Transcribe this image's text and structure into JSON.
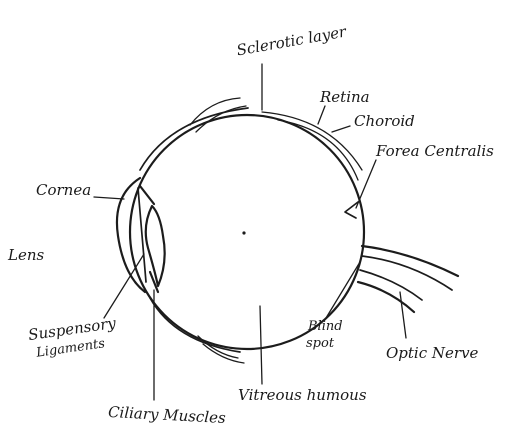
{
  "diagram": {
    "labels": {
      "sclerotic_layer": "Sclerotic layer",
      "retina": "Retina",
      "choroid": "Choroid",
      "fovea_centralis": "Forea Centralis",
      "cornea": "Cornea",
      "lens": "Lens",
      "suspensory_ligaments_line1": "Suspensory",
      "suspensory_ligaments_line2": "Ligaments",
      "blind_spot_line1": "Blind",
      "blind_spot_line2": "spot",
      "optic_nerve": "Optic Nerve",
      "vitreous_humour": "Vitreous humous",
      "ciliary_muscles": "Ciliary Muscles"
    }
  }
}
